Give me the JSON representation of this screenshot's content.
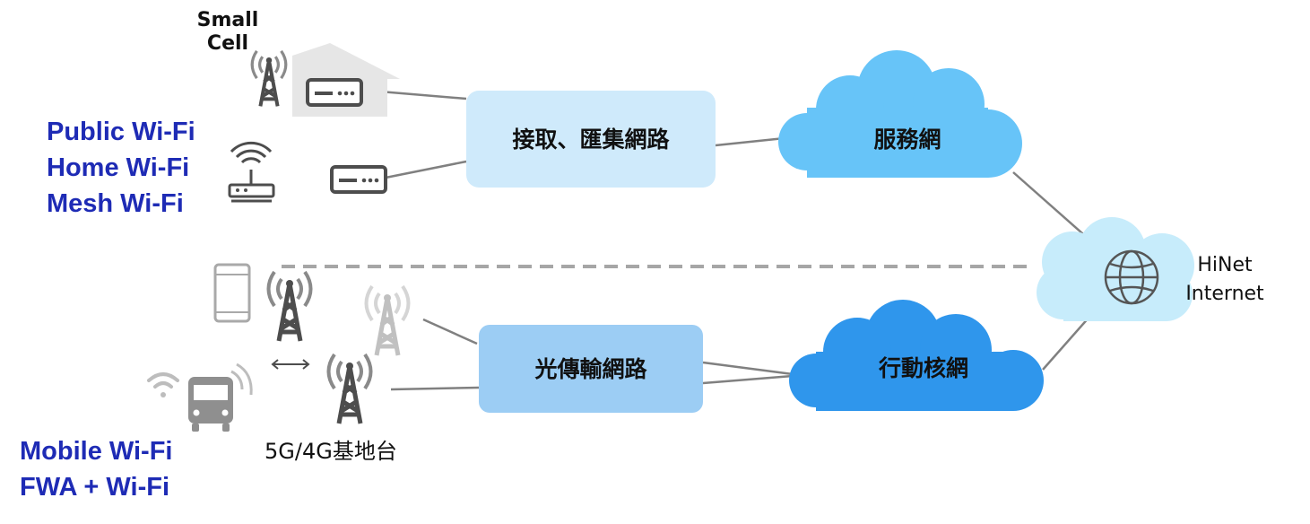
{
  "labels": {
    "small_cell": [
      "Small",
      "Cell"
    ],
    "fixed_wifi": [
      "Public Wi-Fi",
      "Home Wi-Fi",
      "Mesh Wi-Fi"
    ],
    "mobile_wifi": [
      "Mobile Wi-Fi",
      "FWA + Wi-Fi"
    ],
    "base_station": "5G/4G基地台",
    "hinet": [
      "HiNet",
      "Internet"
    ]
  },
  "boxes": {
    "access_aggregation": "接取、匯集網路",
    "optical_transport": "光傳輸網路"
  },
  "clouds": {
    "service_network": "服務網",
    "mobile_core": "行動核網"
  },
  "colors": {
    "access_box": "#cfeafb",
    "optical_box": "#9ccdf4",
    "service_cloud": "#67c4f8",
    "mobile_cloud": "#2f96ec",
    "internet_cloud": "#c7ecfb",
    "label_blue": "#1e2bb5",
    "line": "#808080",
    "icon": "#4d4d4d"
  }
}
